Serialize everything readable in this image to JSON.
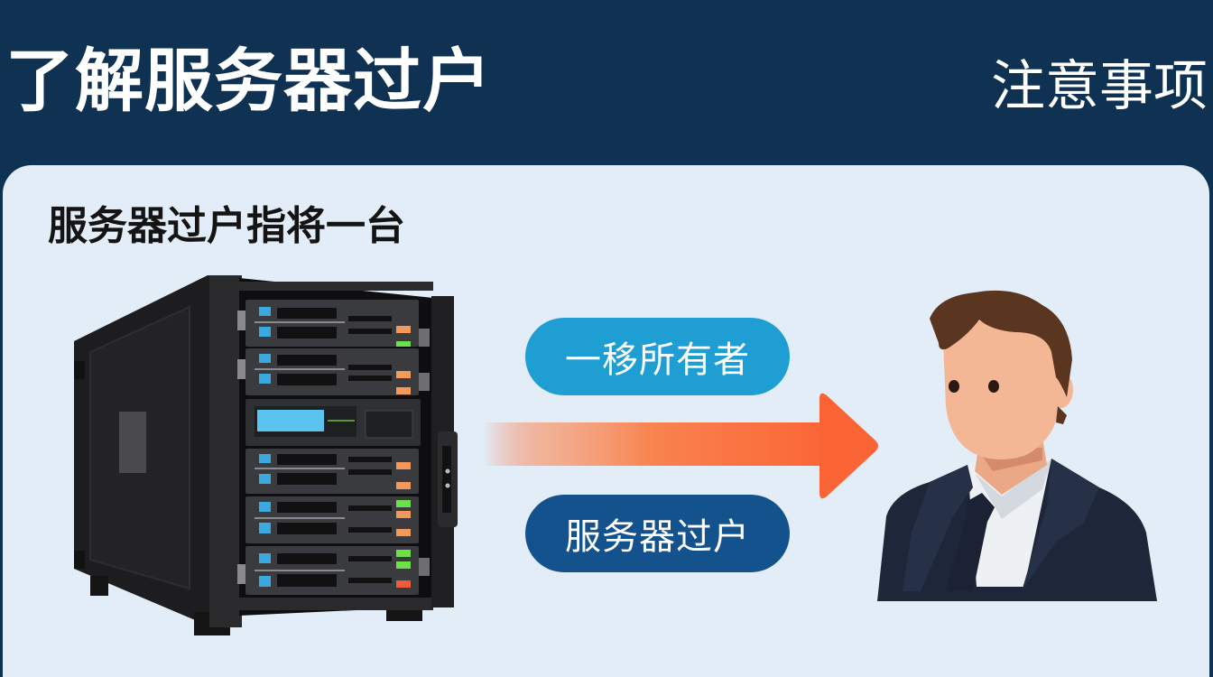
{
  "header": {
    "title": "了解服务器过户",
    "subtitle": "注意事项"
  },
  "card": {
    "heading": "服务器过户指将一台"
  },
  "flow": {
    "top_label": "一移所有者",
    "bottom_label": "服务器过户",
    "from": "server-rack",
    "to": "new-owner-person"
  },
  "colors": {
    "background": "#0f3152",
    "card": "#e3edf7",
    "pill_top": "#1f9ed3",
    "pill_bottom": "#14528e",
    "arrow": "#fb6536",
    "led_green": "#6ee04a",
    "led_orange": "#f29a5c",
    "led_red": "#ef5a3c",
    "screen_blue": "#5bc3f0"
  }
}
